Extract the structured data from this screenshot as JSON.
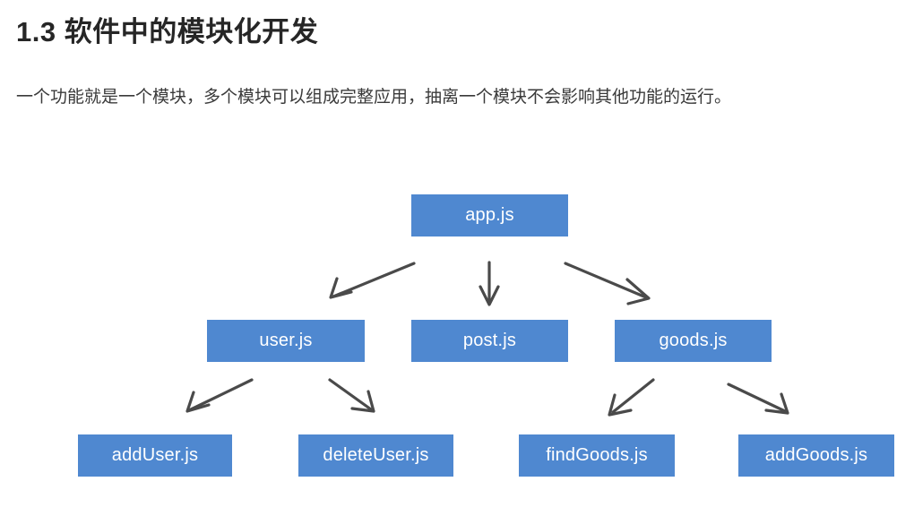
{
  "slide": {
    "background_color": "#ffffff",
    "title": "1.3 软件中的模块化开发",
    "subtitle": "一个功能就是一个模块，多个模块可以组成完整应用，抽离一个模块不会影响其他功能的运行。",
    "title_color": "#262626",
    "subtitle_color": "#3a3a3a"
  },
  "diagram": {
    "type": "tree",
    "node_fill_color": "#4f88d0",
    "node_text_color": "#ffffff",
    "arrow_color": "#4a4a4a",
    "nodes": [
      {
        "id": "app",
        "label": "app.js",
        "level": 0
      },
      {
        "id": "user",
        "label": "user.js",
        "level": 1
      },
      {
        "id": "post",
        "label": "post.js",
        "level": 1
      },
      {
        "id": "goods",
        "label": "goods.js",
        "level": 1
      },
      {
        "id": "adduser",
        "label": "addUser.js",
        "level": 2
      },
      {
        "id": "deleteuser",
        "label": "deleteUser.js",
        "level": 2
      },
      {
        "id": "findgoods",
        "label": "findGoods.js",
        "level": 2
      },
      {
        "id": "addgoods",
        "label": "addGoods.js",
        "level": 2
      }
    ],
    "edges": [
      {
        "from": "app",
        "to": "user"
      },
      {
        "from": "app",
        "to": "post"
      },
      {
        "from": "app",
        "to": "goods"
      },
      {
        "from": "user",
        "to": "adduser"
      },
      {
        "from": "user",
        "to": "deleteuser"
      },
      {
        "from": "goods",
        "to": "findgoods"
      },
      {
        "from": "goods",
        "to": "addgoods"
      }
    ]
  }
}
